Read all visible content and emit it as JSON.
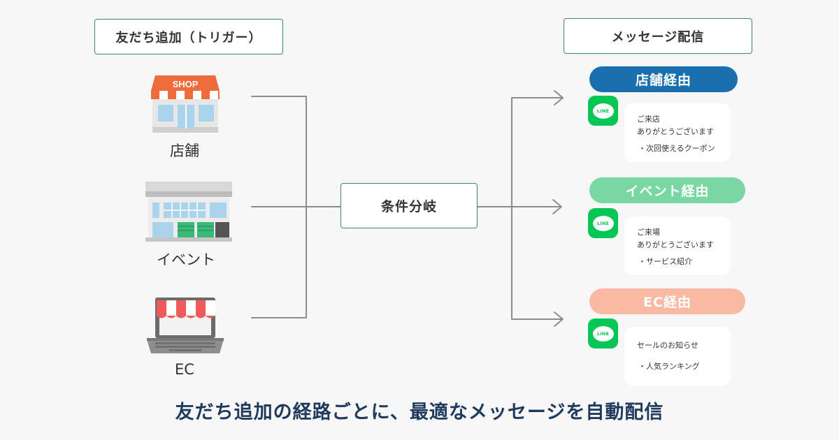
{
  "trigger_title": "友だち追加（トリガー）",
  "delivery_title": "メッセージ配信",
  "branch_label": "条件分岐",
  "sources": [
    {
      "label": "店舗",
      "icon": "shop-icon",
      "sign": "SHOP"
    },
    {
      "label": "イベント",
      "icon": "building-icon"
    },
    {
      "label": "EC",
      "icon": "laptop-store-icon"
    }
  ],
  "routes": [
    {
      "pill": "店舗経由",
      "pill_color": "#1a6fae",
      "app_icon": "line-app-icon",
      "app_label": "LINE",
      "message_lines": [
        "ご来店",
        "ありがとうございます"
      ],
      "items": [
        "・次回使えるクーポン"
      ]
    },
    {
      "pill": "イベント経由",
      "pill_color": "#79d7a4",
      "app_icon": "line-app-icon",
      "app_label": "LINE",
      "message_lines": [
        "ご来場",
        "ありがとうございます"
      ],
      "items": [
        "・サービス紹介"
      ]
    },
    {
      "pill": "EC経由",
      "pill_color": "#f9b9a3",
      "app_icon": "line-app-icon",
      "app_label": "LINE",
      "message_lines": [
        "セールのお知らせ"
      ],
      "items": [
        "・人気ランキング"
      ]
    }
  ],
  "headline": "友だち追加の経路ごとに、最適なメッセージを自動配信",
  "colors": {
    "border_green": "#3f8a5c",
    "line_green": "#06c755",
    "connector_gray": "#8c8c8c",
    "headline_navy": "#1f3a5c"
  }
}
